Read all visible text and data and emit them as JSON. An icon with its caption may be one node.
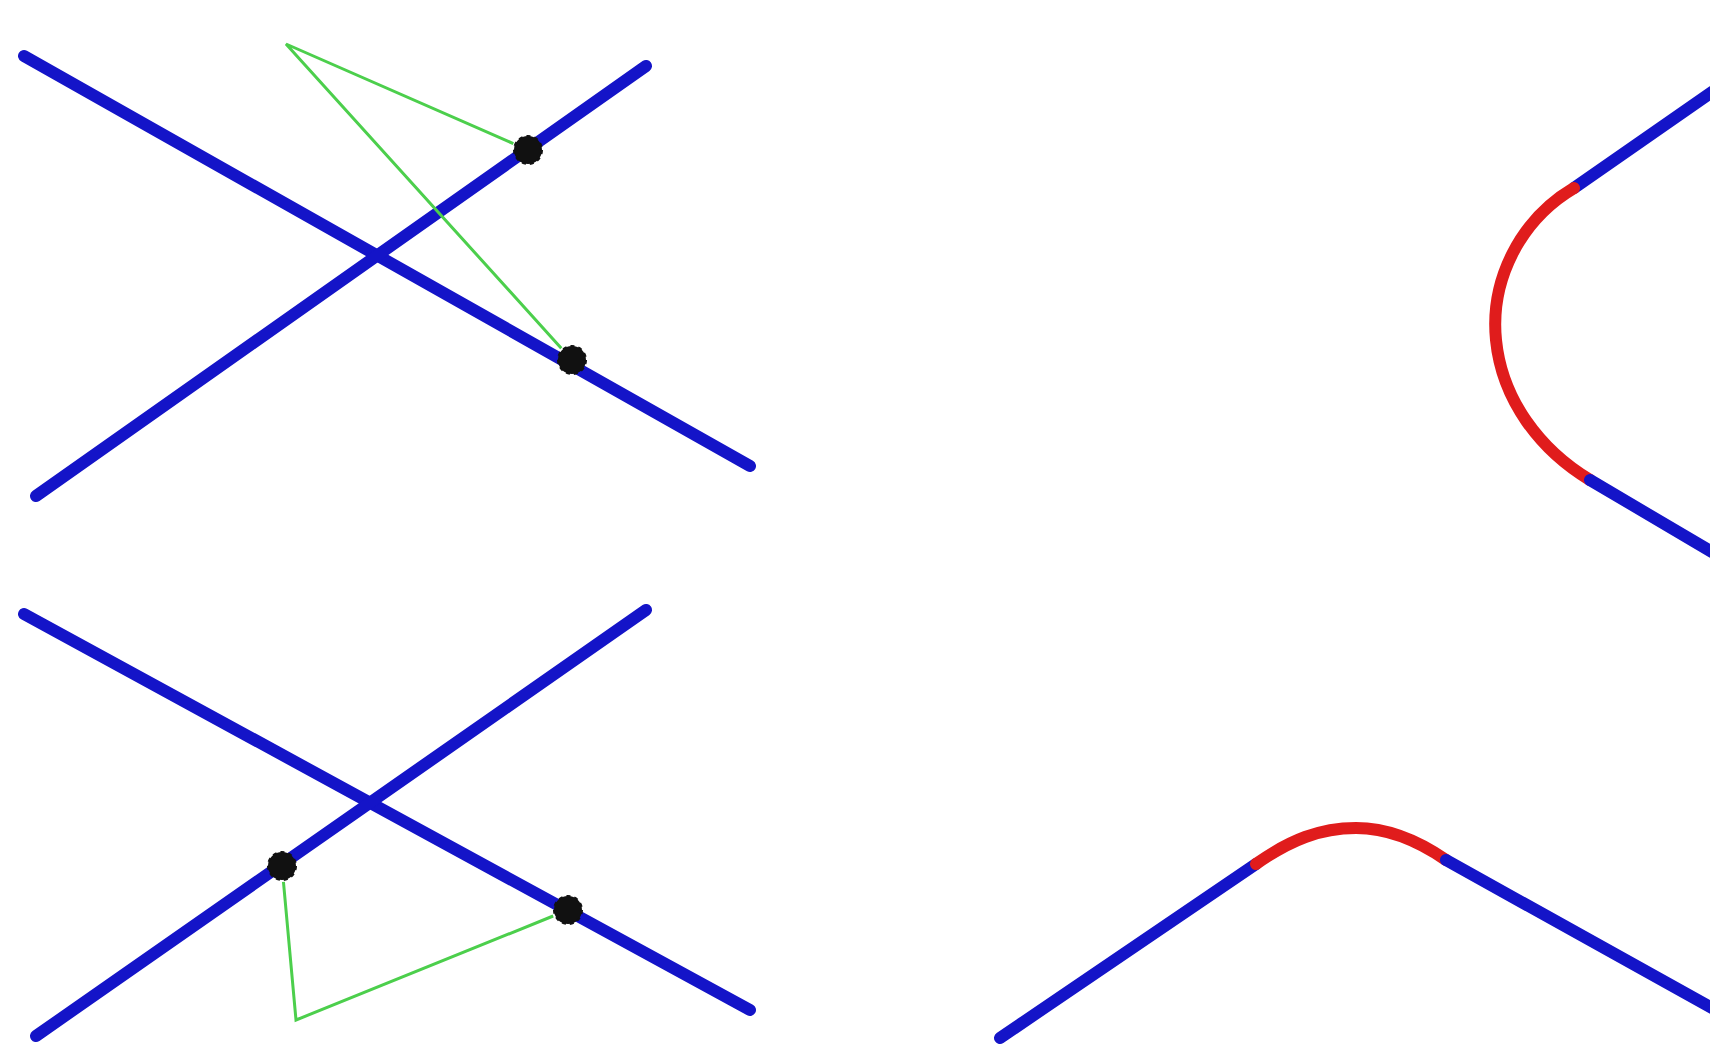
{
  "diagram": {
    "nodes": [
      {
        "text": [],
        "shape": "circle"
      },
      {
        "text": [],
        "shape": "circle"
      },
      {
        "text": [],
        "shape": "circle"
      },
      {
        "text": [],
        "shape": "circle"
      }
    ],
    "edges": [
      {
        "from": 0,
        "to": 1,
        "arrow": "none"
      },
      {
        "from": 2,
        "to": 3,
        "arrow": "none"
      }
    ]
  }
}
